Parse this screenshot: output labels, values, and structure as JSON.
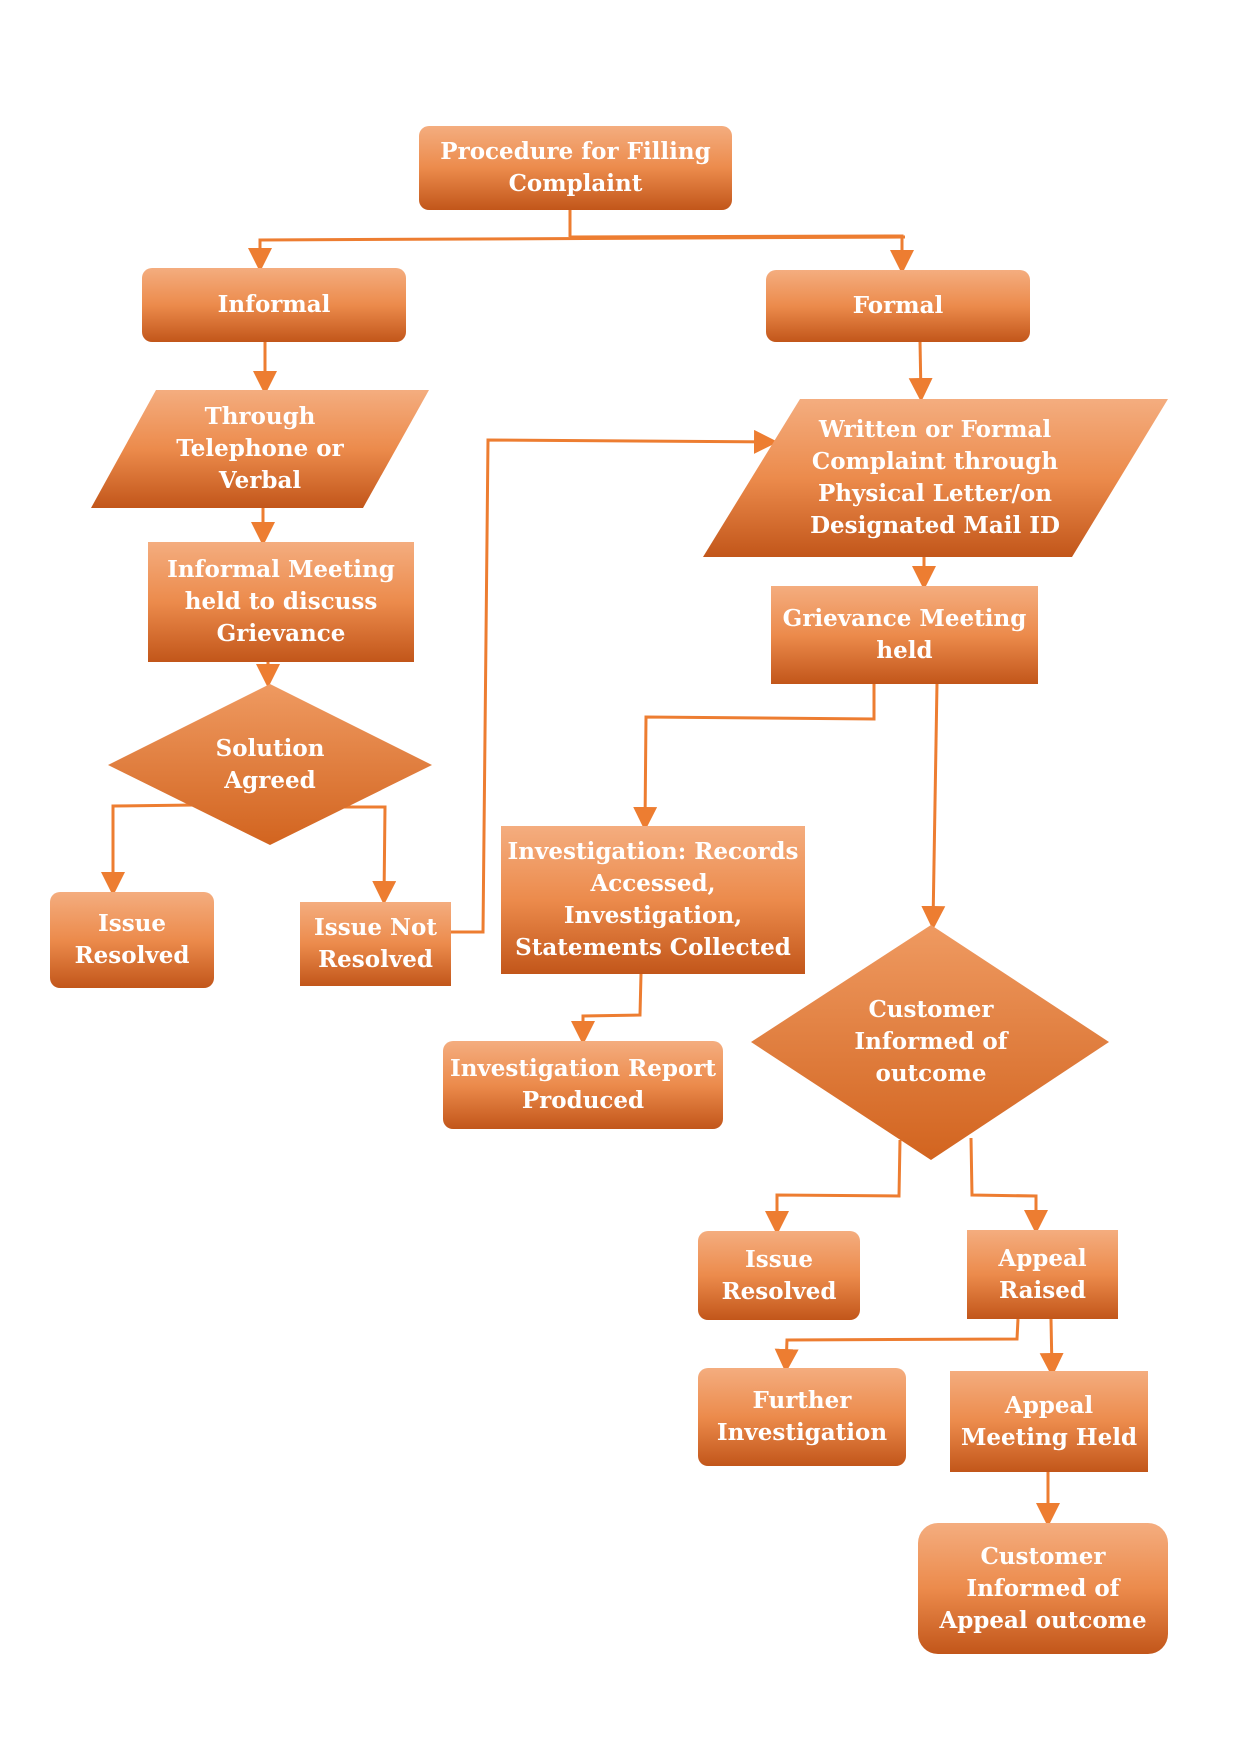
{
  "colors": {
    "fill_top": "#F4AD7F",
    "fill_bottom": "#C2561A",
    "arrow": "#ED7D31",
    "text": "#FFFFFF"
  },
  "nodes": {
    "procedure": "Procedure for Filling\nComplaint",
    "informal": "Informal",
    "formal": "Formal",
    "telephone": "Through\nTelephone or\nVerbal",
    "written": "Written or Formal\nComplaint through\nPhysical Letter/on\nDesignated Mail ID",
    "informal_meeting": "Informal Meeting\nheld to discuss\nGrievance",
    "grievance_meeting": "Grievance Meeting\nheld",
    "solution_agreed": "Solution\nAgreed",
    "issue_resolved_left": "Issue\nResolved",
    "issue_not_resolved": "Issue Not\nResolved",
    "investigation": "Investigation: Records\nAccessed,\nInvestigation,\nStatements Collected",
    "investigation_report": "Investigation Report\nProduced",
    "customer_informed": "Customer\nInformed of\noutcome",
    "issue_resolved_right": "Issue\nResolved",
    "appeal_raised": "Appeal\nRaised",
    "further_investigation": "Further\nInvestigation",
    "appeal_meeting": "Appeal\nMeeting Held",
    "appeal_outcome": "Customer\nInformed of\nAppeal outcome"
  }
}
